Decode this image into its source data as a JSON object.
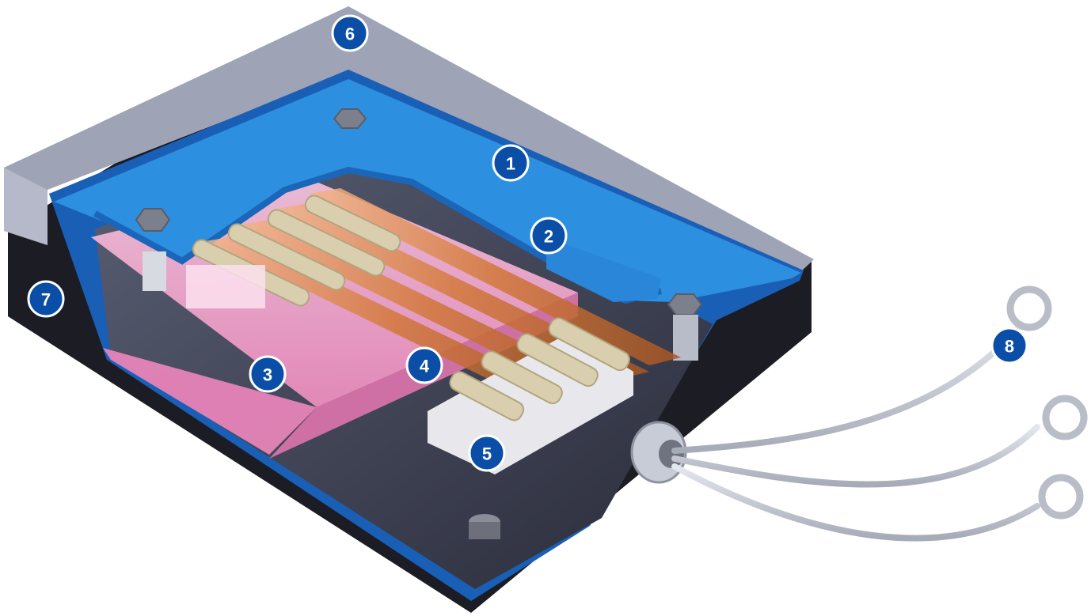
{
  "callouts": [
    {
      "id": "c1",
      "label": "1"
    },
    {
      "id": "c2",
      "label": "2"
    },
    {
      "id": "c3",
      "label": "3"
    },
    {
      "id": "c4",
      "label": "4"
    },
    {
      "id": "c5",
      "label": "5"
    },
    {
      "id": "c6",
      "label": "6"
    },
    {
      "id": "c7",
      "label": "7"
    },
    {
      "id": "c8",
      "label": "8"
    }
  ],
  "colors": {
    "callout_fill": "#0a4ea8",
    "callout_ring": "#ffffff",
    "frame_gray": "#9ea3b6",
    "housing_dark": "#1c1c24",
    "inner_blue": "#1f73c9",
    "plate_blue": "#2d8fe0",
    "pink_block": "#f7a6cf",
    "copper": "#d2773a",
    "clamp_beige": "#d9cfae"
  }
}
